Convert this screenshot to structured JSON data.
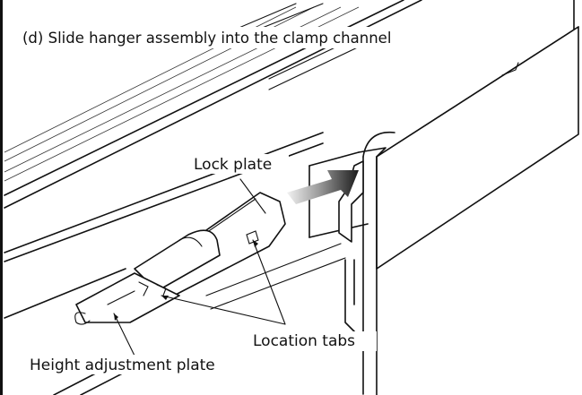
{
  "title": "(d) Slide hanger assembly into the clamp channel",
  "labels": {
    "lock_plate": "Lock plate",
    "location_tabs": "Location tabs",
    "height_adjustment_plate": "Height adjustment plate"
  },
  "colors": {
    "line": "#111111",
    "arrow_dark": "#222222",
    "arrow_light": "#e6e6e6",
    "background": "#ffffff"
  }
}
